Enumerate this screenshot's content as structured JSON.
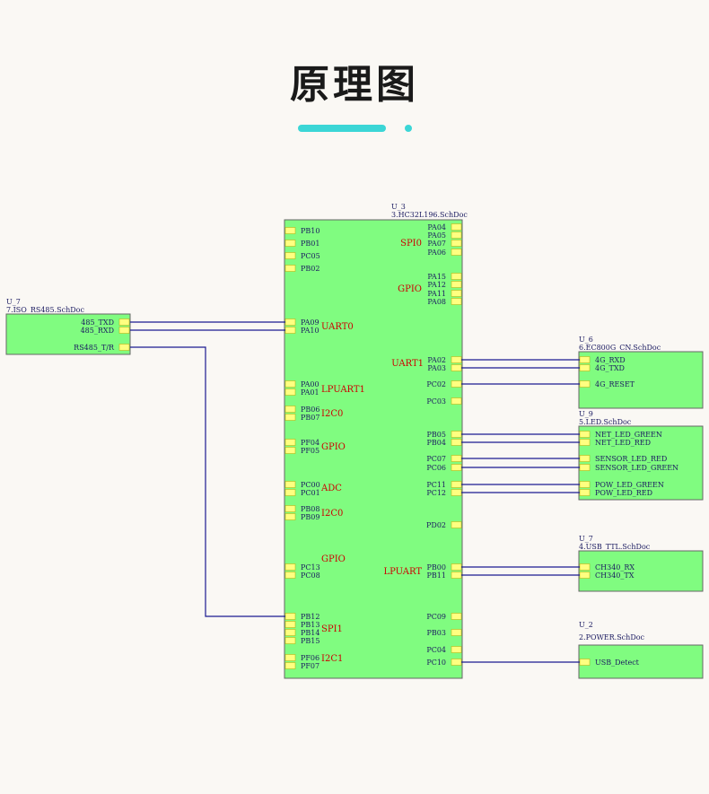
{
  "header": {
    "title": "原理图"
  },
  "colors": {
    "accent": "#3bd6d6",
    "block": "#80fc80",
    "block_border": "#666666",
    "pin": "#ffff80",
    "wire": "#1a1a90",
    "text": "#1a1a60",
    "group": "#cc0000"
  },
  "main": {
    "designator": "U_3",
    "file": "3.HC32L196.SchDoc",
    "left_pins": [
      "PB10",
      "PB01",
      "PC05",
      "PB02",
      "PA09",
      "PA10",
      "PA00",
      "PA01",
      "PB06",
      "PB07",
      "PF04",
      "PF05",
      "PC00",
      "PC01",
      "PB08",
      "PB09",
      "PC13",
      "PC08",
      "PB12",
      "PB13",
      "PB14",
      "PB15",
      "PF06",
      "PF07"
    ],
    "right_pins": [
      "PA04",
      "PA05",
      "PA07",
      "PA06",
      "PA15",
      "PA12",
      "PA11",
      "PA08",
      "PA02",
      "PA03",
      "PC02",
      "PC03",
      "PB05",
      "PB04",
      "PC07",
      "PC06",
      "PC11",
      "PC12",
      "PD02",
      "PB00",
      "PB11",
      "PC09",
      "PB03",
      "PC04",
      "PC10"
    ],
    "left_groups": [
      "UART0",
      "LPUART1",
      "I2C0",
      "GPIO",
      "ADC",
      "I2C0",
      "GPIO",
      "SPI1",
      "I2C1"
    ],
    "right_groups": [
      "SPI0",
      "GPIO",
      "UART1",
      "LPUART"
    ]
  },
  "sheets": [
    {
      "designator": "U_7",
      "file": "7.ISO_RS485.SchDoc",
      "pins": [
        "485_TXD",
        "485_RXD",
        "RS485_T/R"
      ]
    },
    {
      "designator": "U_6",
      "file": "6.EC800G_CN.SchDoc",
      "pins": [
        "4G_RXD",
        "4G_TXD",
        "4G_RESET"
      ]
    },
    {
      "designator": "U_9",
      "file": "5.LED.SchDoc",
      "pins": [
        "NET_LED_GREEN",
        "NET_LED_RED",
        "SENSOR_LED_RED",
        "SENSOR_LED_GREEN",
        "POW_LED_GREEN",
        "POW_LED_RED"
      ]
    },
    {
      "designator": "U_7",
      "file": "4.USB_TTL.SchDoc",
      "pins": [
        "CH340_RX",
        "CH340_TX"
      ]
    },
    {
      "designator": "U_2",
      "file": "2.POWER.SchDoc",
      "pins": [
        "USB_Detect"
      ]
    }
  ]
}
